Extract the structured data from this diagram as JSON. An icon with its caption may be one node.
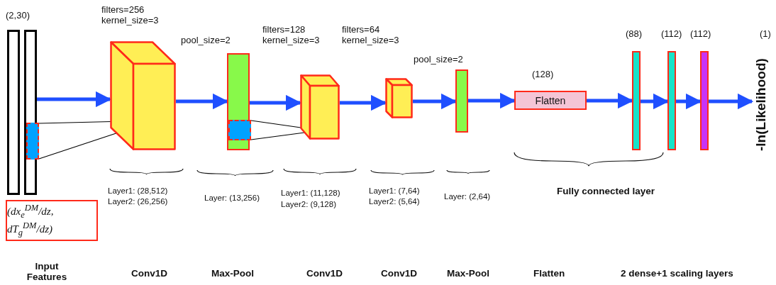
{
  "diagram": {
    "nodes": [
      {
        "text": [],
        "shape": "bar",
        "beside": [
          "(2,30)"
        ]
      },
      {
        "text": [],
        "shape": "bar"
      },
      {
        "text": [
          "(dx$_{e}$$^{DM}$/dz, dT$_{g}$$^{DM}$/dz)"
        ]
      },
      {
        "text": [],
        "shape": "cuboid",
        "beside": [
          "filters=256 kernel_size=3"
        ]
      },
      {
        "text": [],
        "shape": "bar",
        "beside": [
          "pool_size=2"
        ]
      },
      {
        "text": [],
        "shape": "cuboid",
        "beside": [
          "filters=128 kernel_size=3"
        ]
      },
      {
        "text": [],
        "shape": "cuboid",
        "beside": [
          "filters=64 kernel_size=3"
        ]
      },
      {
        "text": [],
        "shape": "bar",
        "beside": [
          "pool_size=2"
        ]
      },
      {
        "text": [
          "Flatten"
        ],
        "beside": [
          "(128)"
        ]
      },
      {
        "text": [],
        "shape": "bar",
        "beside": [
          "(88)"
        ]
      },
      {
        "text": [],
        "shape": "bar",
        "beside": [
          "(112)"
        ]
      },
      {
        "text": [],
        "shape": "bar",
        "beside": [
          "(112)"
        ]
      },
      {
        "text": [
          "-ln(Likelihood)"
        ],
        "beside": [
          "(1)"
        ]
      },
      {
        "text": [],
        "shape": "box",
        "in": 1
      },
      {
        "text": [],
        "shape": "box",
        "in": 4
      }
    ],
    "edges": [
      {
        "from": 1,
        "to": 3,
        "arrow": "to"
      },
      {
        "from": 3,
        "to": 4,
        "arrow": "to"
      },
      {
        "from": 4,
        "to": 5,
        "arrow": "to"
      },
      {
        "from": 5,
        "to": 6,
        "arrow": "to"
      },
      {
        "from": 6,
        "to": 7,
        "arrow": "to"
      },
      {
        "from": 7,
        "to": 8,
        "arrow": "to"
      },
      {
        "from": 8,
        "to": 9,
        "arrow": "to"
      },
      {
        "from": 9,
        "to": 10,
        "arrow": "to"
      },
      {
        "from": 10,
        "to": 11,
        "arrow": "to"
      },
      {
        "from": 11,
        "to": 12,
        "arrow": "to"
      },
      {
        "from": 13,
        "to": 3,
        "arrow": "none",
        "color": "#000000"
      },
      {
        "from": 14,
        "to": 5,
        "arrow": "none",
        "color": "#000000"
      }
    ],
    "labels": [
      "Layer1: (28,512)",
      "Layer2: (26,256)",
      "Layer: (13,256)",
      "Layer1: (11,128)",
      "Layer2: (9,128)",
      "Layer1: (7,64)",
      "Layer2: (5,64)",
      "Layer: (2,64)",
      "Fully connected layer",
      "Input Features",
      "Conv1D",
      "Max-Pool",
      "Conv1D",
      "Conv1D",
      "Max-Pool",
      "Flatten",
      "2 dense+1 scaling layers"
    ]
  }
}
